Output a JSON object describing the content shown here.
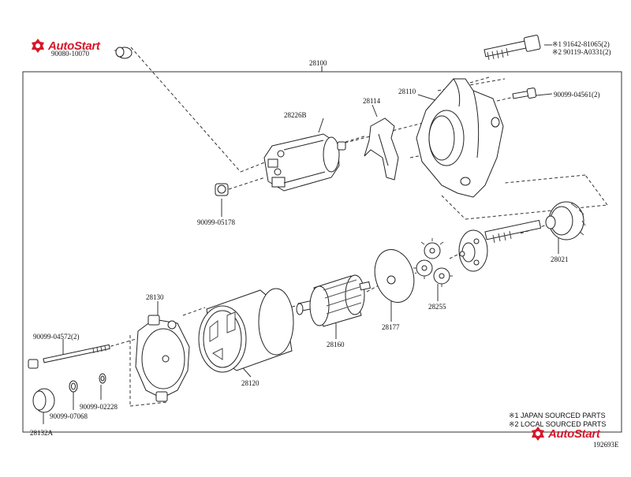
{
  "brand": {
    "name": "AutoStart",
    "color": "#d6182b"
  },
  "assembly_label": "28100",
  "labels": {
    "washer_top": "90080-10070",
    "bolt_sup1": "※1 91642-81065(2)",
    "bolt_sup2": "※2 90119-A0331(2)",
    "screw_housing": "90099-04561(2)",
    "housing": "28110",
    "lever": "28114",
    "solenoid": "28226B",
    "nut_solenoid": "90099-05178",
    "pinion_clutch": "28021",
    "planet_gears": "28255",
    "plate": "28177",
    "armature": "28160",
    "end_frame": "28130",
    "yoke": "28120",
    "through_bolt": "90099-04572(2)",
    "washer_small": "90099-02228",
    "oring": "90099-07068",
    "cap": "28132A"
  },
  "legend": {
    "line1": "※1 JAPAN SOURCED PARTS",
    "line2": "※2 LOCAL SOURCED PARTS"
  },
  "diagram_id": "192693E"
}
